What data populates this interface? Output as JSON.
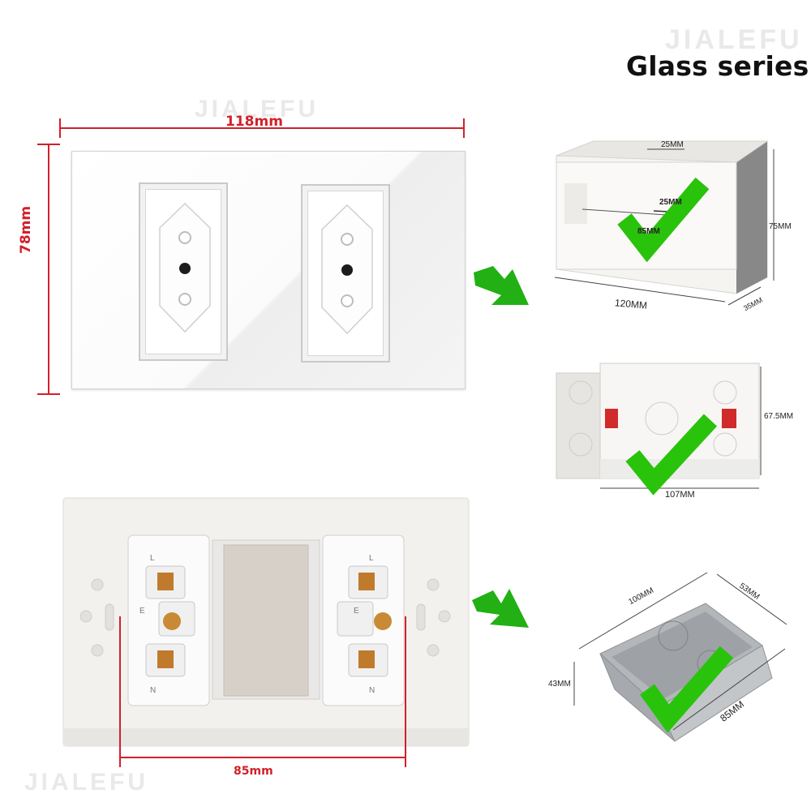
{
  "title": "Glass series",
  "top_plate": {
    "width_label": "118mm",
    "height_label": "78mm"
  },
  "bottom_plate": {
    "hole_spacing_label": "85mm"
  },
  "terminal_marks": {
    "live": "L",
    "earth": "E",
    "neutral": "N"
  },
  "box_plastic_1": {
    "dims": [
      "25MM",
      "25MM",
      "85MM",
      "75MM",
      "120MM",
      "35MM"
    ]
  },
  "box_plastic_2": {
    "dims": [
      "67.5MM",
      "107MM"
    ]
  },
  "box_metal": {
    "dims": [
      "100MM",
      "53MM",
      "43MM",
      "85MM"
    ]
  },
  "watermark": "JIALEFU",
  "colors": {
    "dimension_red": "#d1202a",
    "arrow_green": "#22b014",
    "check_green": "#29c30b"
  }
}
